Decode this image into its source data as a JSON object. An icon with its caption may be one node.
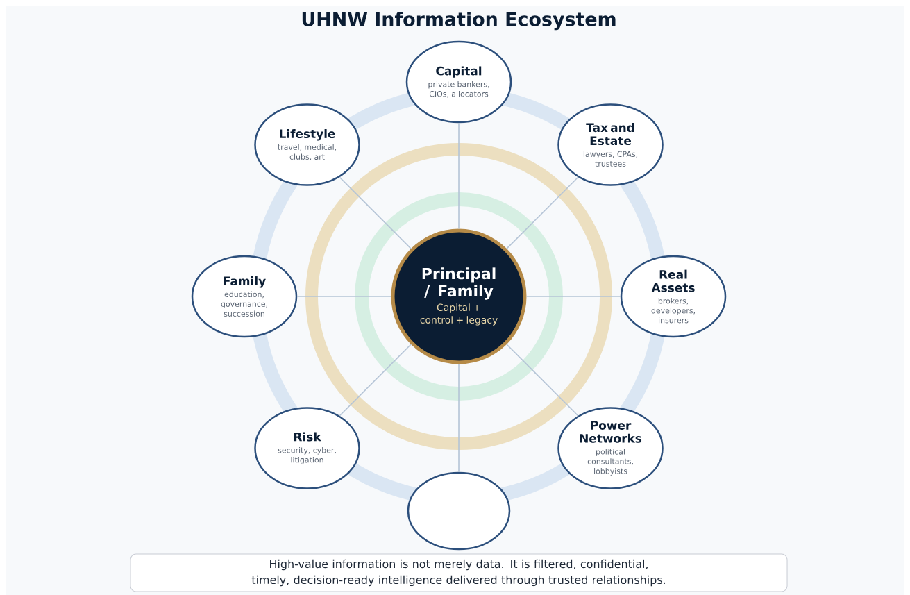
{
  "diagram": {
    "title": "UHNW Information Ecosystem",
    "nodes": [
      {
        "text": [
          "Principal / Family",
          "Capital + control + legacy"
        ]
      },
      {
        "text": [
          "Capital",
          "private bankers, CIOs, allocators"
        ]
      },
      {
        "text": [
          "Tax and Estate",
          "lawyers, CPAs, trustees"
        ]
      },
      {
        "text": [
          "Real Assets",
          "brokers, developers, insurers"
        ]
      },
      {
        "text": [
          "Power Networks",
          "political consultants, lobbyists"
        ]
      },
      {
        "text": [],
        "shape": "ellipse"
      },
      {
        "text": [
          "Risk",
          "security, cyber, litigation"
        ]
      },
      {
        "text": [
          "Family",
          "education, governance, succession"
        ]
      },
      {
        "text": [
          "Lifestyle",
          "travel, medical, clubs, art"
        ]
      }
    ],
    "edges": [
      {
        "from": 0,
        "to": 1,
        "arrow": "none"
      },
      {
        "from": 0,
        "to": 2,
        "arrow": "none"
      },
      {
        "from": 0,
        "to": 3,
        "arrow": "none"
      },
      {
        "from": 0,
        "to": 4,
        "arrow": "none"
      },
      {
        "from": 0,
        "to": 5,
        "arrow": "none"
      },
      {
        "from": 0,
        "to": 6,
        "arrow": "none"
      },
      {
        "from": 0,
        "to": 7,
        "arrow": "none"
      },
      {
        "from": 0,
        "to": 8,
        "arrow": "none"
      }
    ],
    "caption": "High-value information is not merely data. It is filtered, confidential, timely, decision-ready intelligence delivered through trusted relationships."
  }
}
